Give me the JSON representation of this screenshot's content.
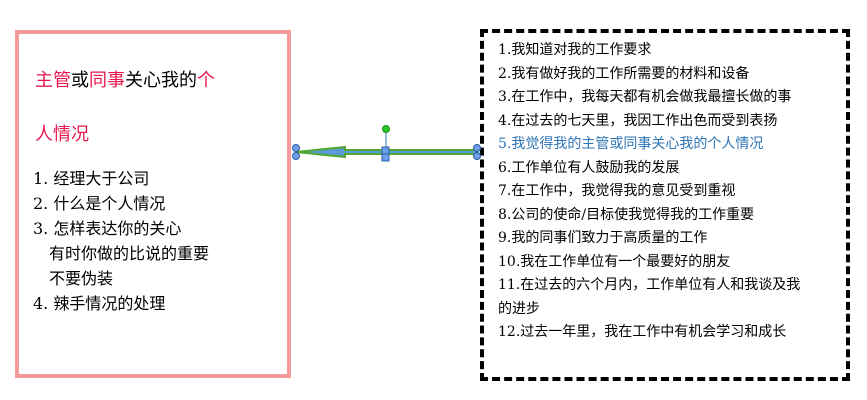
{
  "left_box": {
    "title_parts": [
      "主管",
      "或",
      "同事",
      "关心我的",
      "个",
      "人情况"
    ],
    "items": [
      "1. 经理大于公司",
      "2. 什么是个人情况",
      "3. 怎样表达你的关心",
      "有时你做的比说的重要",
      "不要伪装",
      "4. 辣手情况的处理"
    ]
  },
  "right_box": {
    "items": [
      "1.我知道对我的工作要求",
      "2.我有做好我的工作所需要的材料和设备",
      "3.在工作中，我每天都有机会做我最擅长做的事",
      "4.在过去的七天里，我因工作出色而受到表扬",
      "5.我觉得我的主管或同事关心我的个人情况",
      "6.工作单位有人鼓励我的发展",
      "7.在工作中，我觉得我的意见受到重视",
      "8.公司的使命/目标使我觉得我的工作重要",
      "9.我的同事们致力于高质量的工作",
      "10.我在工作单位有一个最要好的朋友",
      "11.在过去的六个月内，工作单位有人和我谈及我",
      "的进步",
      "12.过去一年里，我在工作中有机会学习和成长"
    ]
  },
  "colors": {
    "left_border": "#f4999c",
    "accent_red": "#e8174d",
    "highlight_blue": "#2e75b6",
    "arrow_fill": "#5b9bd5",
    "arrow_outline": "#4ea72e"
  }
}
